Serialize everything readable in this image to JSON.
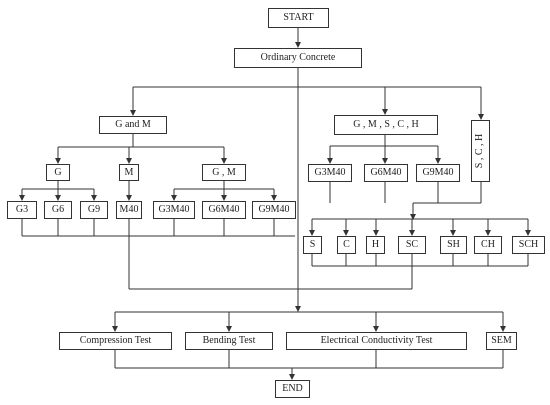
{
  "flow": {
    "start": "START",
    "end": "END",
    "ordinary": "Ordinary Concrete",
    "g_and_m": "G and M",
    "gmsch": "G , M , S , C , H",
    "sch": "S , C , H",
    "g": "G",
    "m": "M",
    "gm": "G , M",
    "g3": "G3",
    "g6": "G6",
    "g9": "G9",
    "m40": "M40",
    "g3m40_left": "G3M40",
    "g6m40_left": "G6M40",
    "g9m40_left": "G9M40",
    "g3m40_right": "G3M40",
    "g6m40_right": "G6M40",
    "g9m40_right": "G9M40",
    "s": "S",
    "c": "C",
    "h": "H",
    "sc": "SC",
    "sh": "SH",
    "ch": "CH",
    "sch_mix": "SCH",
    "compression": "Compression Test",
    "bending": "Bending Test",
    "electrical": "Electrical Conductivity Test",
    "sem": "SEM"
  },
  "colors": {
    "line": "#333333",
    "box_border": "#333333",
    "text": "#222222"
  }
}
